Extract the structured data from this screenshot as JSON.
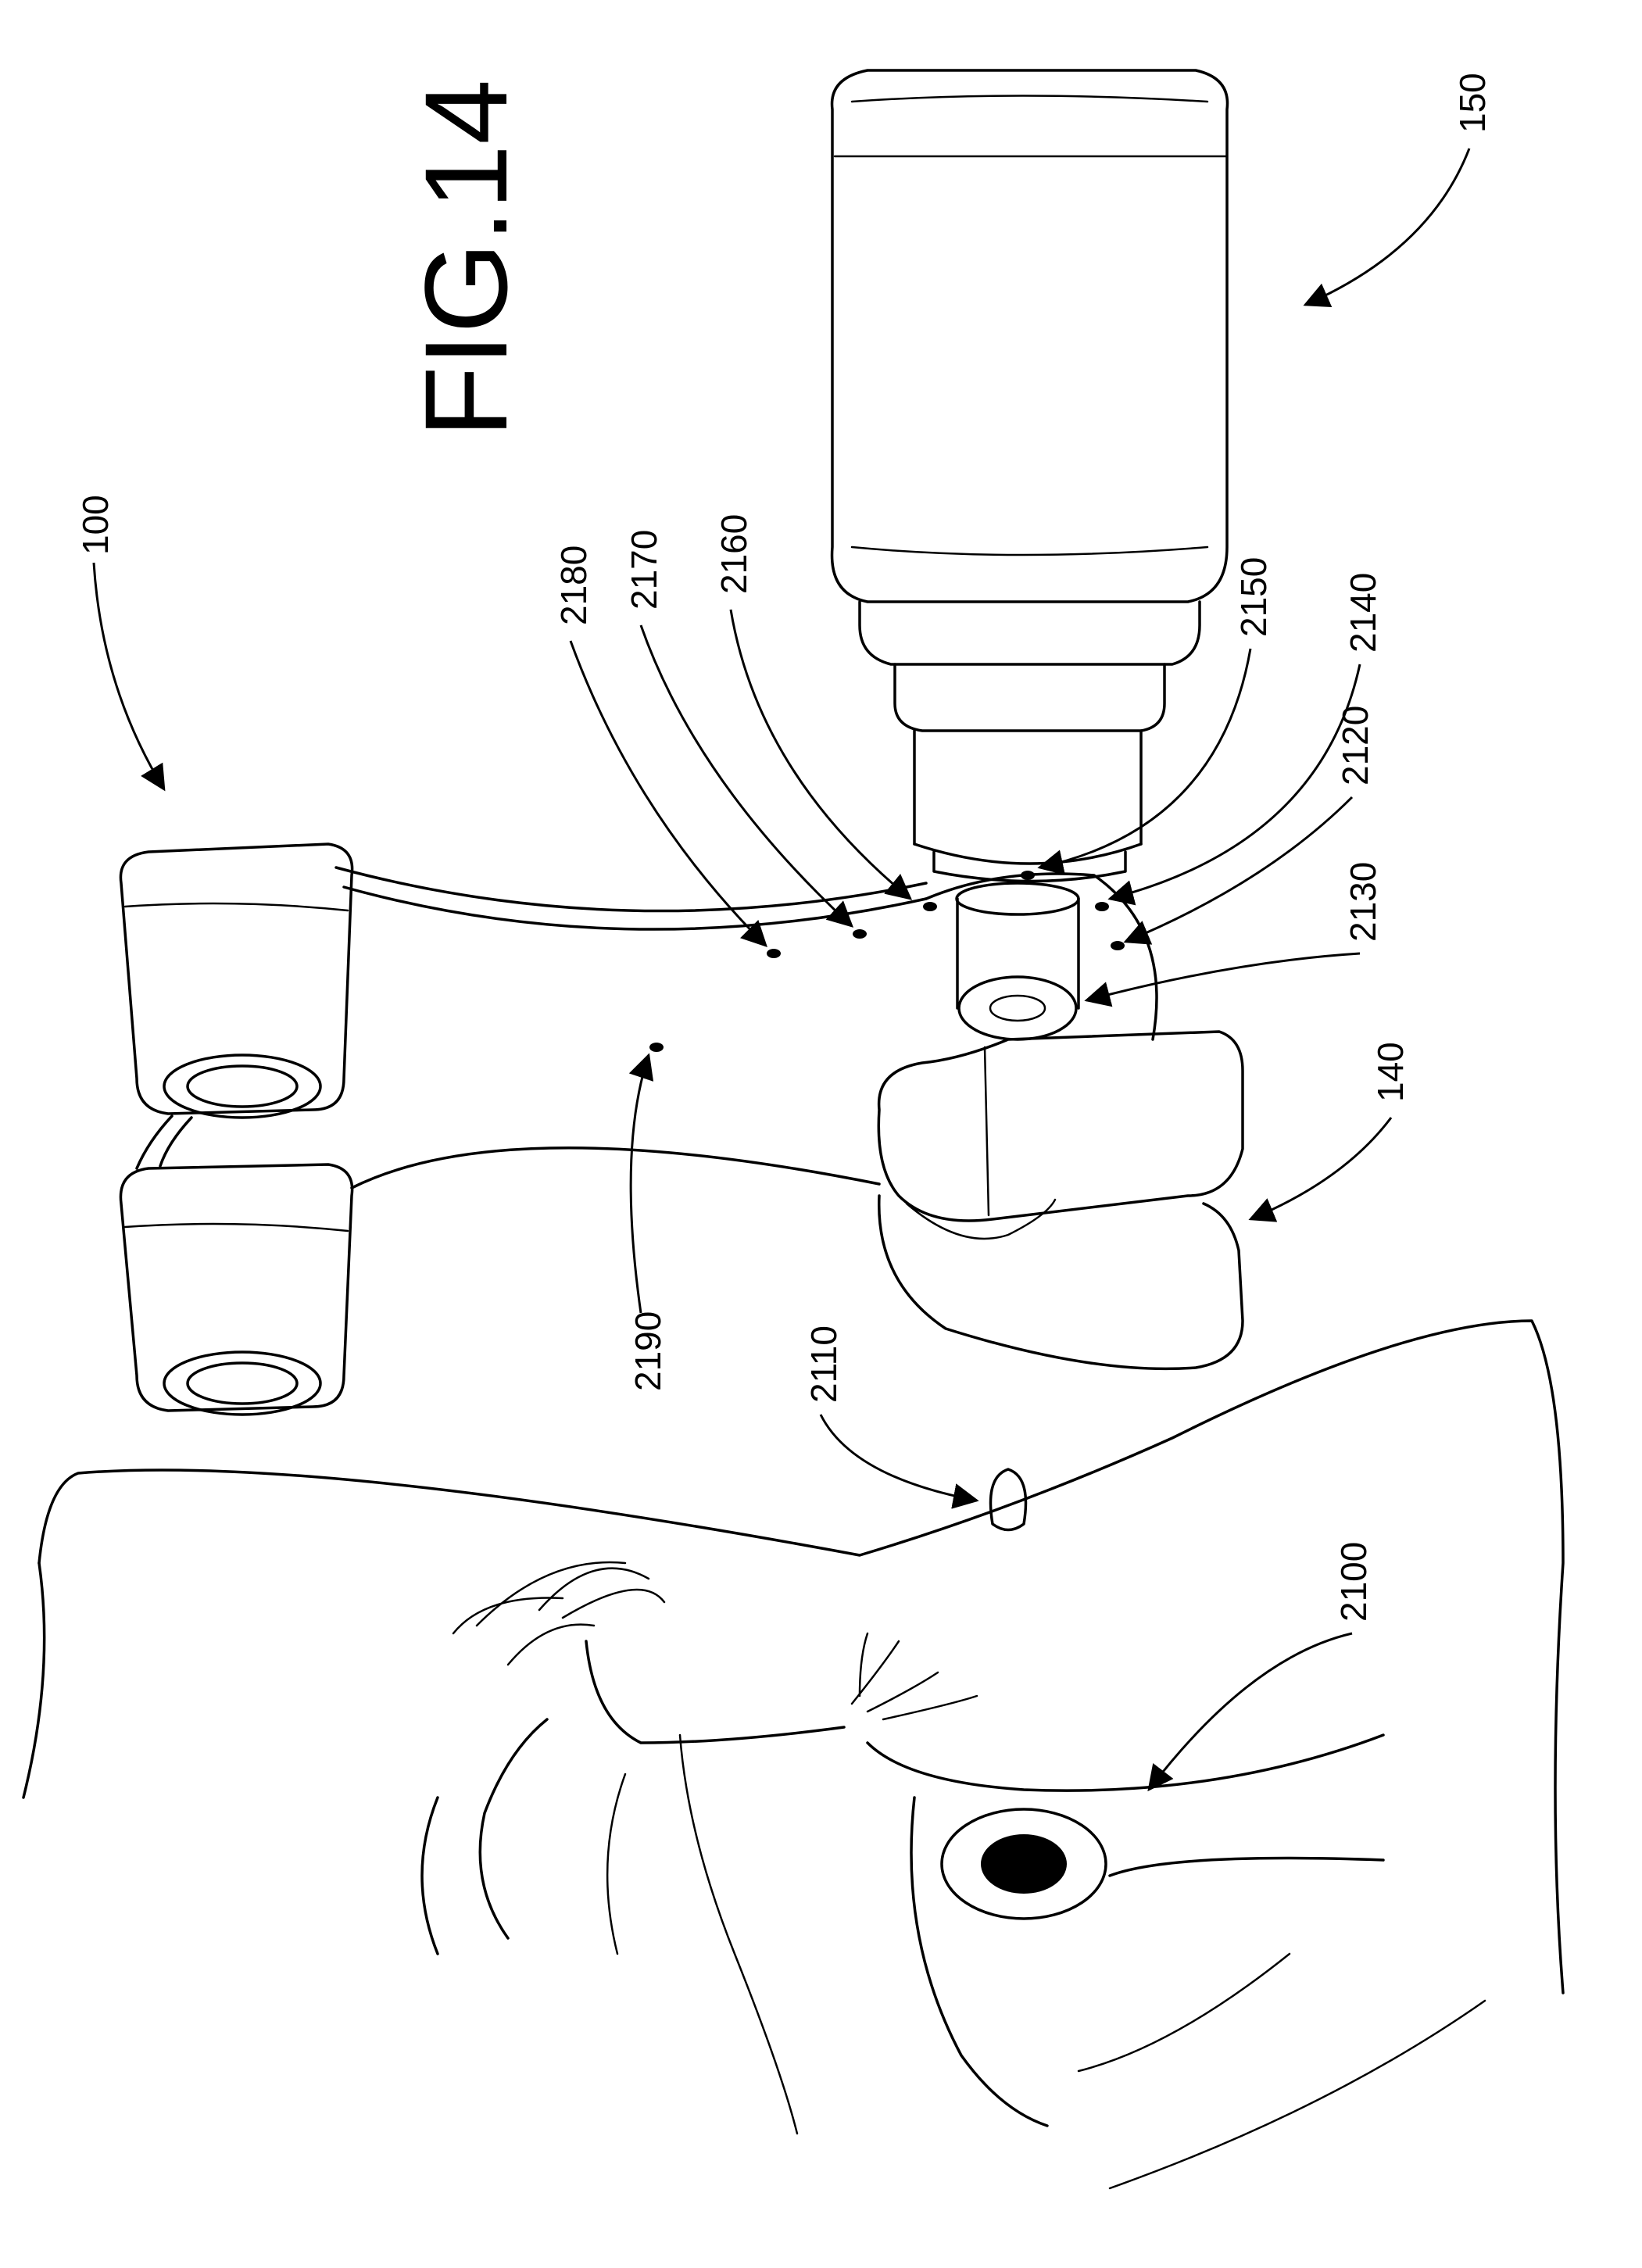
{
  "figure": {
    "title": "FIG.14",
    "labels": {
      "l100": "100",
      "l150": "150",
      "l140": "140",
      "l2100": "2100",
      "l2110": "2110",
      "l2120": "2120",
      "l2130": "2130",
      "l2140": "2140",
      "l2150": "2150",
      "l2160": "2160",
      "l2170": "2170",
      "l2180": "2180",
      "l2190": "2190"
    }
  }
}
